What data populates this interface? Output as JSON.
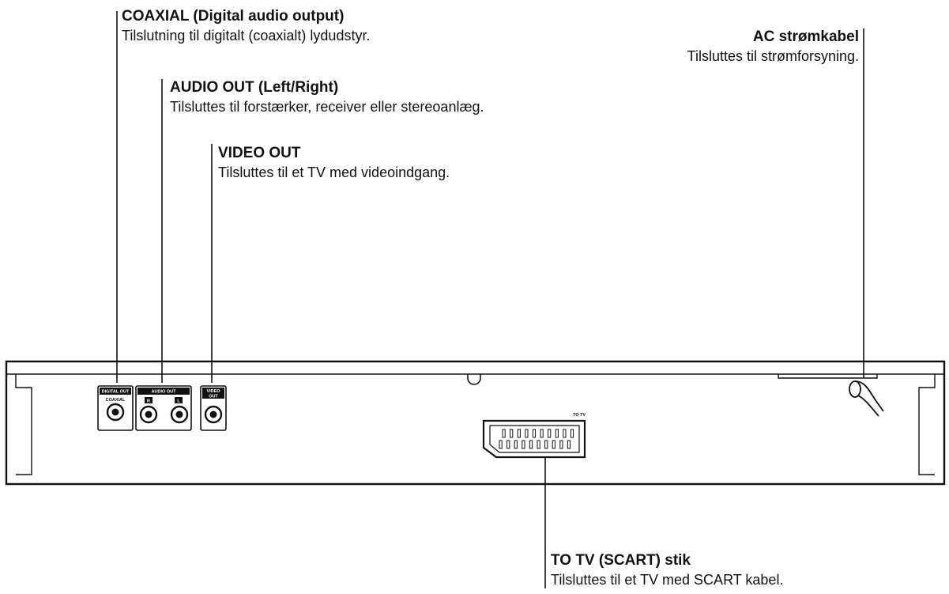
{
  "callouts": {
    "coaxial": {
      "title": "COAXIAL (Digital audio output)",
      "desc": "Tilslutning til digitalt (coaxialt) lydudstyr."
    },
    "audio_out": {
      "title": "AUDIO OUT (Left/Right)",
      "desc": "Tilsluttes til forstærker, receiver eller stereoanlæg."
    },
    "video_out": {
      "title": "VIDEO OUT",
      "desc": "Tilsluttes til et TV med videoindgang."
    },
    "ac_cable": {
      "title": "AC strømkabel",
      "desc": "Tilsluttes til strømforsyning."
    },
    "scart": {
      "title": "TO TV (SCART) stik",
      "desc": "Tilsluttes til et TV med SCART kabel."
    }
  },
  "panel_labels": {
    "digital_out": "DIGITAL OUT",
    "coaxial": "COAXIAL",
    "audio_out": "AUDIO OUT",
    "right": "R",
    "left": "L",
    "video": "VIDEO",
    "out": "OUT",
    "to_tv": "TO TV"
  }
}
